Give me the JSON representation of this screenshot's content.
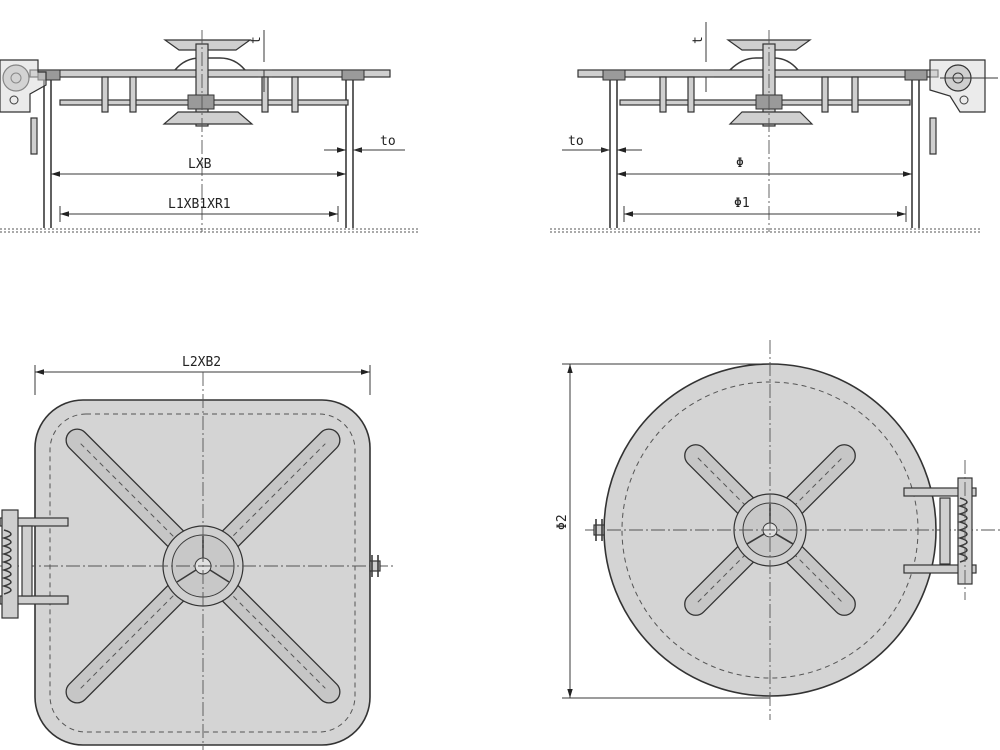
{
  "drawing": {
    "labels": {
      "rect_inner_span": "LXB",
      "rect_outer_span": "L1XB1XR1",
      "rect_plan_size": "L2XB2",
      "rect_thickness": "to",
      "rect_height_mark": "t",
      "round_inner_dia": "Φ",
      "round_outer_dia": "Φ1",
      "round_plan_dia": "Φ2",
      "round_thickness": "to",
      "round_height_mark": "t"
    },
    "colors": {
      "line": "#3a3a3a",
      "plate_fill": "#d4d4d4",
      "background": "#ffffff"
    }
  }
}
